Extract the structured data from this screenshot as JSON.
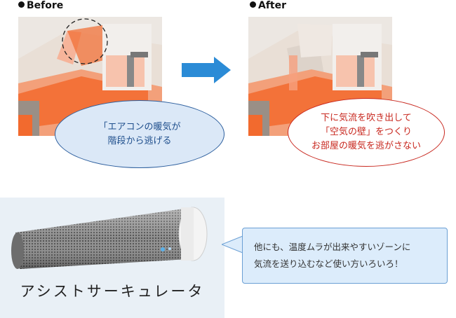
{
  "before": {
    "label": "Before"
  },
  "after": {
    "label": "After"
  },
  "before_bubble": {
    "line1": "「エアコンの暖気が",
    "line2": "階段から逃げる"
  },
  "after_bubble": {
    "line1": "下に気流を吹き出して",
    "line2": "「空気の壁」をつくり",
    "line3": "お部屋の暖気を逃がさない"
  },
  "product": {
    "name": "アシストサーキュレータ"
  },
  "note": {
    "line1": "他にも、温度ムラが出来やすいゾーンに",
    "line2": "気流を送り込むなど使い方いろいろ！"
  },
  "colors": {
    "arrow": "#2b8bd6",
    "warm": "#f26a2e",
    "blue_border": "#2d5f9e",
    "red_border": "#c8281f"
  }
}
